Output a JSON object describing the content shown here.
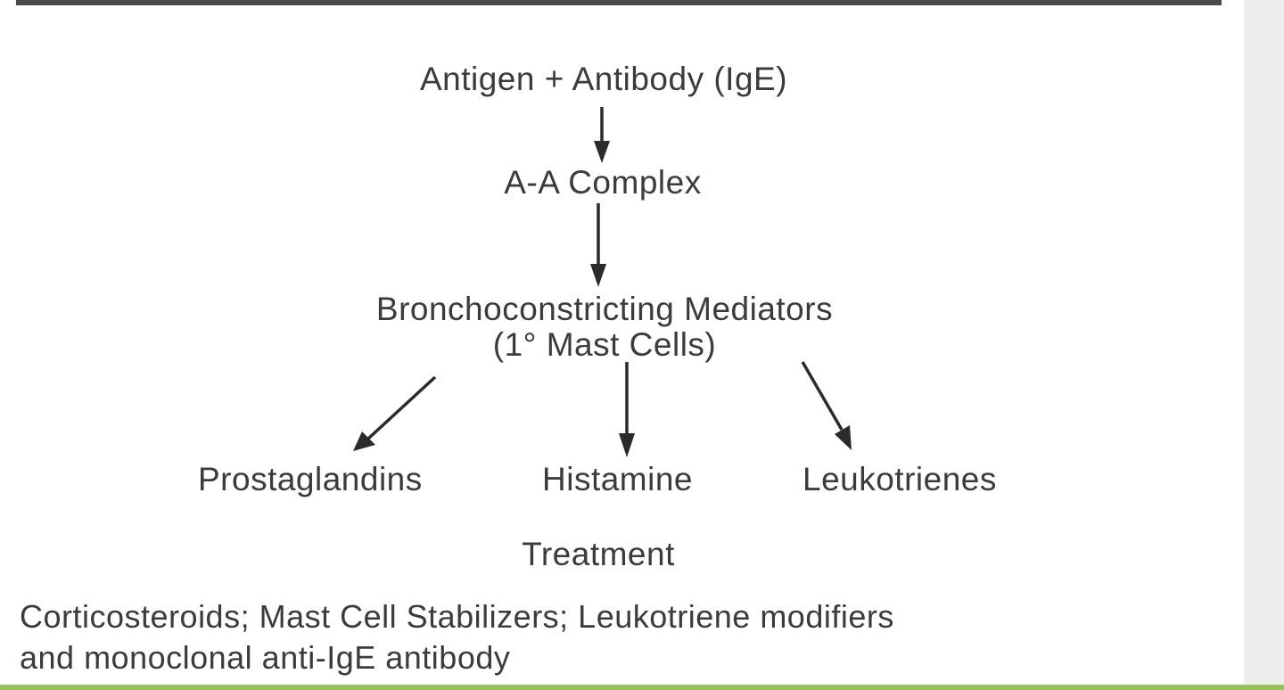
{
  "diagram": {
    "nodes": {
      "antigen_antibody": "Antigen + Antibody (IgE)",
      "complex": "A-A Complex",
      "mediators_line1": "Bronchoconstricting Mediators",
      "mediators_line2": "(1° Mast Cells)",
      "prostaglandins": "Prostaglandins",
      "histamine": "Histamine",
      "leukotrienes": "Leukotrienes"
    },
    "treatment_heading": "Treatment",
    "treatment_line1": "Corticosteroids; Mast Cell Stabilizers; Leukotriene modifiers",
    "treatment_line2": "and monoclonal anti-IgE antibody",
    "colors": {
      "text": "#3b3b3b",
      "arrow": "#2b2b2b",
      "accent_strip": "#9bc25a"
    }
  }
}
